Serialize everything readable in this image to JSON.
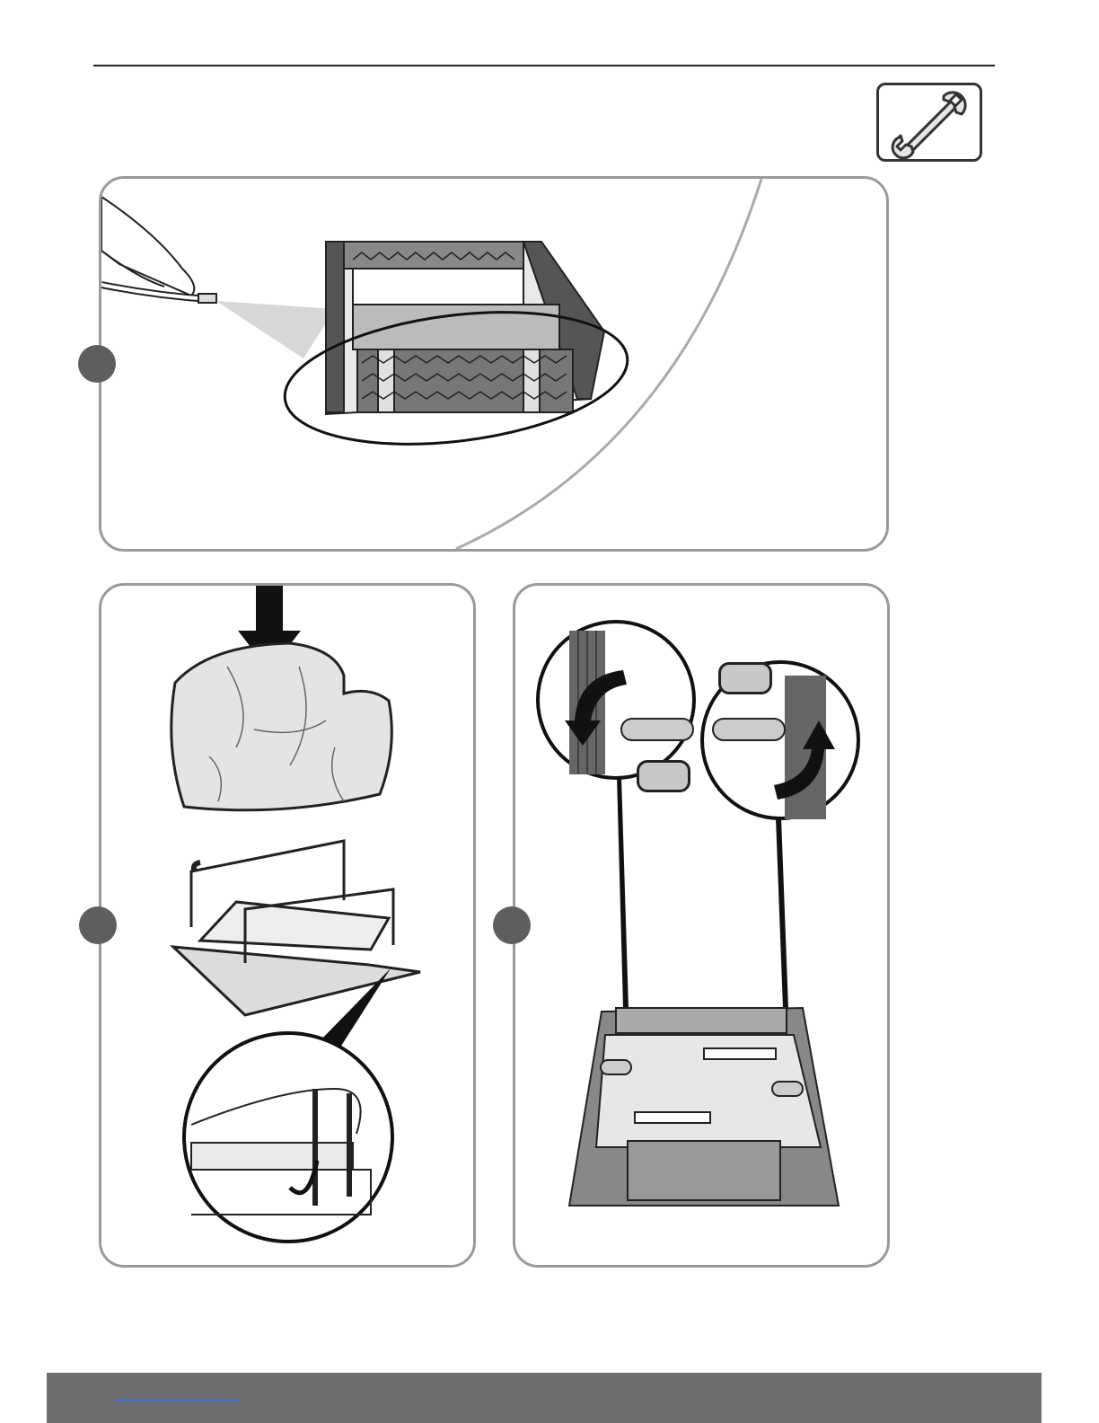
{
  "header": {
    "tool_icon": "wrench-icon"
  },
  "steps": [
    {
      "id": "rinse-brushes",
      "number": "",
      "icon": "hose-spray-illustration"
    },
    {
      "id": "reinstall-filter-bag",
      "number": "",
      "icon": "filter-bag-illustration"
    },
    {
      "id": "close-latches",
      "number": "",
      "icon": "latch-illustration"
    }
  ],
  "callouts": [
    "",
    ""
  ],
  "footer": {
    "link_text": ""
  },
  "colors": {
    "panel_border": "#9a9a9a",
    "step_dot": "#5e5e5e",
    "footer_bar": "#6d6e70",
    "link": "#3f6fd8"
  }
}
